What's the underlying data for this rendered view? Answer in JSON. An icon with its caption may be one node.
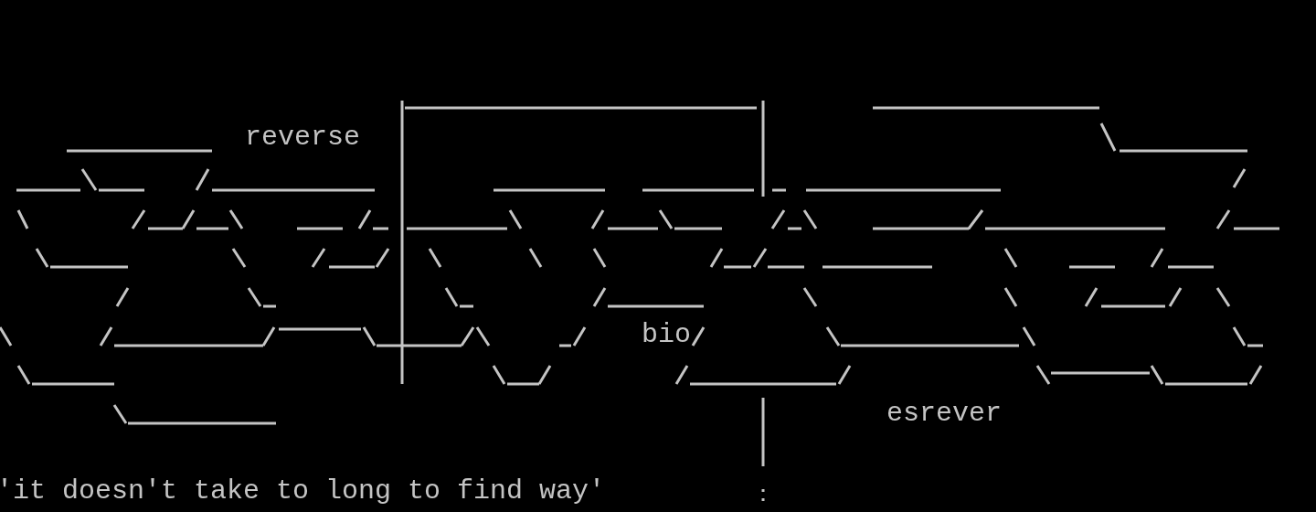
{
  "diagram": {
    "labels": [
      "reverse",
      "bio",
      "esrever",
      "'it doesn't take to long to find way'"
    ]
  }
}
